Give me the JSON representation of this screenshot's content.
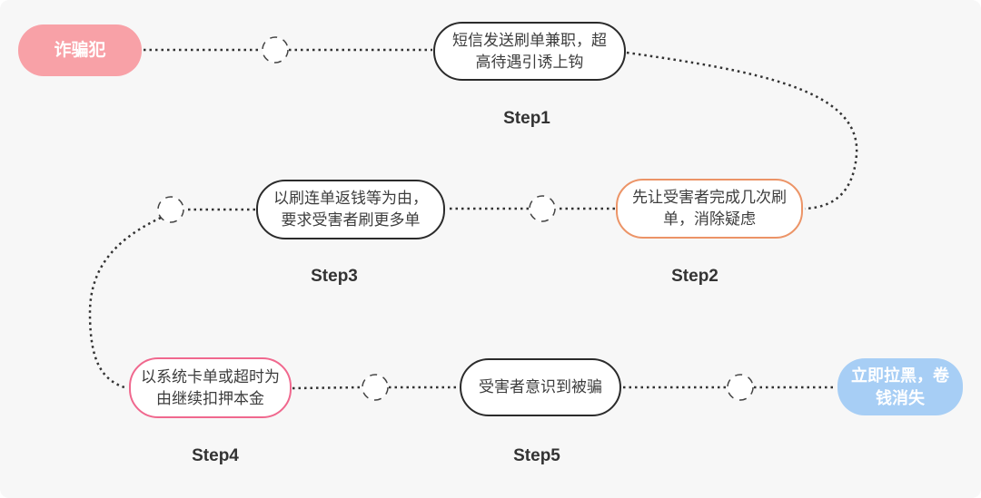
{
  "diagram": {
    "description_type": "flowchart",
    "nodes": {
      "scammer": {
        "label": "诈骗犯"
      },
      "step1": {
        "text": "短信发送刷单兼职，超高待遇引诱上钩",
        "label": "Step1"
      },
      "step2": {
        "text": "先让受害者完成几次刷单，消除疑虑",
        "label": "Step2"
      },
      "step3": {
        "text": "以刷连单返钱等为由，要求受害者刷更多单",
        "label": "Step3"
      },
      "step4": {
        "text": "以系统卡单或超时为由继续扣押本金",
        "label": "Step4"
      },
      "step5": {
        "text": "受害者意识到被骗",
        "label": "Step5"
      },
      "outcome": {
        "label": "立即拉黑，卷钱消失"
      }
    },
    "flow_order": [
      "scammer",
      "step1",
      "step2",
      "step3",
      "step4",
      "step5",
      "outcome"
    ],
    "colors": {
      "background": "#f7f7f7",
      "scammer_fill": "#f8a1a7",
      "outcome_fill": "#a7cef5",
      "black_border": "#2b2b2b",
      "step2_border": "#ec9467",
      "step4_border": "#f0688e",
      "connector": "#333333",
      "node_text": "#3d3d3d",
      "endpoint_text": "#ffffff"
    }
  }
}
